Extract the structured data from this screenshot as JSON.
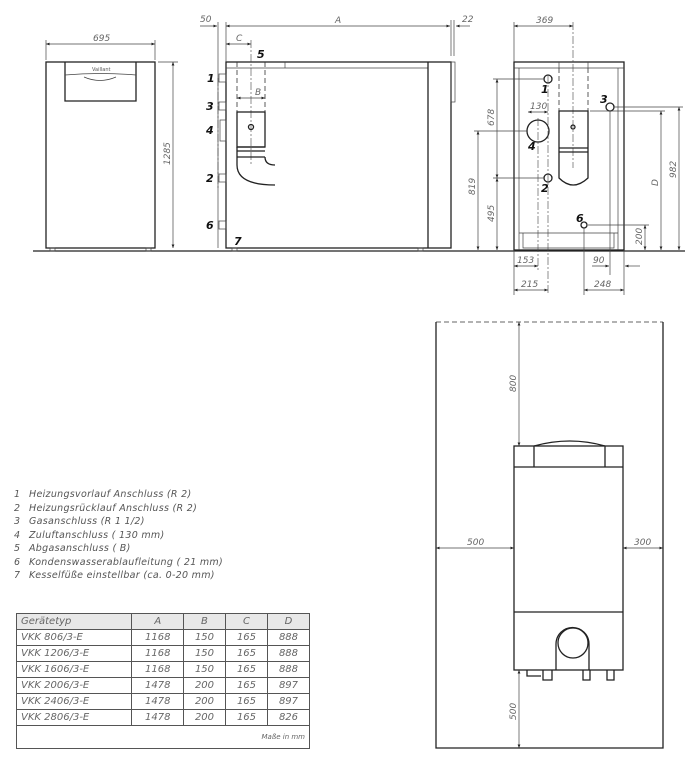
{
  "front_view": {
    "width_label": "695",
    "height_label": "1285",
    "logo": "Vaillant"
  },
  "side_view": {
    "dim_a": "A",
    "dim_50": "50",
    "dim_22": "22",
    "dim_c": "C",
    "dim_b": "B",
    "labels": [
      "1",
      "3",
      "4",
      "2",
      "6",
      "7",
      "5"
    ]
  },
  "rear_view": {
    "dim_369": "369",
    "dim_130": "130",
    "dim_678": "678",
    "dim_819": "819",
    "dim_495": "495",
    "dim_d": "D",
    "dim_982": "982",
    "dim_200": "200",
    "dim_153": "153",
    "dim_215": "215",
    "dim_90": "90",
    "dim_248": "248",
    "labels": [
      "1",
      "3",
      "4",
      "2",
      "6"
    ]
  },
  "plan_view": {
    "top": "800",
    "left": "500",
    "right": "300",
    "front": "500"
  },
  "legend": [
    {
      "n": "1",
      "text": "Heizungsvorlauf Anschluss (R 2)"
    },
    {
      "n": "2",
      "text": "Heizungsrücklauf Anschluss (R 2)"
    },
    {
      "n": "3",
      "text": "Gasanschluss (R 1 1/2)"
    },
    {
      "n": "4",
      "text": "Zuluftanschluss ( 130 mm)"
    },
    {
      "n": "5",
      "text": "Abgasanschluss ( B)"
    },
    {
      "n": "6",
      "text": "Kondenswasserablaufleitung ( 21 mm)"
    },
    {
      "n": "7",
      "text": "Kesselfüße einstellbar (ca. 0-20 mm)"
    }
  ],
  "table": {
    "headers": [
      "Gerätetyp",
      "A",
      "B",
      "C",
      "D"
    ],
    "rows": [
      [
        "VKK 806/3-E",
        "1168",
        "150",
        "165",
        "888"
      ],
      [
        "VKK 1206/3-E",
        "1168",
        "150",
        "165",
        "888"
      ],
      [
        "VKK 1606/3-E",
        "1168",
        "150",
        "165",
        "888"
      ],
      [
        "VKK 2006/3-E",
        "1478",
        "200",
        "165",
        "897"
      ],
      [
        "VKK 2406/3-E",
        "1478",
        "200",
        "165",
        "897"
      ],
      [
        "VKK 2806/3-E",
        "1478",
        "200",
        "165",
        "826"
      ]
    ],
    "footer": "Maße in mm"
  }
}
